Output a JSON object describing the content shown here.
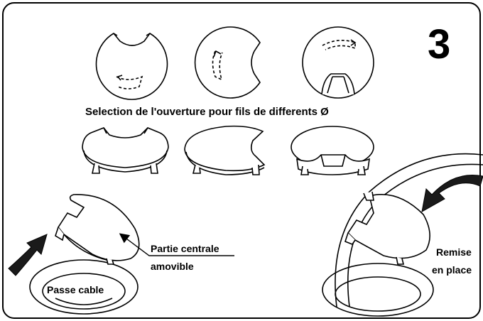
{
  "step_number": "3",
  "caption": "Selection de l'ouverture pour fils de differents Ø",
  "labels": {
    "removable_center": [
      "Partie centrale",
      "amovible"
    ],
    "cable_grommet": "Passe cable",
    "put_back": [
      "Remise",
      "en place"
    ]
  },
  "colors": {
    "line": "#000000",
    "background": "#ffffff",
    "arrow": "#1a1a1a"
  }
}
